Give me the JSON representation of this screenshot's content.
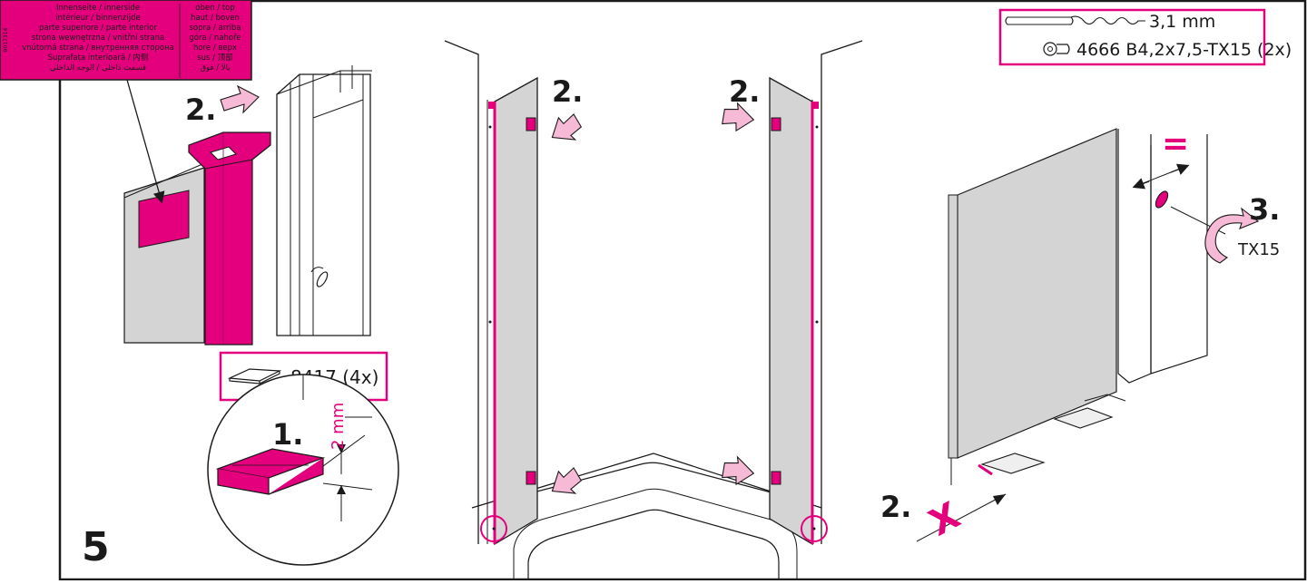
{
  "step_number": "5",
  "sticker": {
    "rows": [
      [
        "Innenseite / innerside",
        "oben / top"
      ],
      [
        "intérieur / binnenzijde",
        "haut / boven"
      ],
      [
        "parte superiore / parte interior",
        "sopra / arriba"
      ],
      [
        "strona wewnętrzna / vnitřní strana",
        "góra / nahoře"
      ],
      [
        "vnútorná strana / внутренняя сторона",
        "hore / верх"
      ],
      [
        "Suprafața interioară / 内侧",
        "sus / 顶部"
      ],
      [
        "قسمت داخلی / الوجه الداخلي",
        "بالا / فوق"
      ]
    ],
    "side_code": "8017314"
  },
  "parts_box": {
    "drill_label": "3,1 mm",
    "screw_label": "4666 B4,2x7,5-TX15 (2x)"
  },
  "pad_box": {
    "label": "8417 (4x)"
  },
  "detail": {
    "step": "1.",
    "measure": "2 mm"
  },
  "steps": {
    "left_push": "2.",
    "middle_left": "2.",
    "middle_right": "2.",
    "right_bottom": "2.",
    "right_turn": "3."
  },
  "symbols": {
    "equal": "=",
    "x_mark": "X",
    "tool": "TX15"
  },
  "colors": {
    "accent": "#e4007c",
    "line": "#1a1a1a",
    "panel": "#d4d4d4",
    "arrow": "#f6b9d6"
  }
}
